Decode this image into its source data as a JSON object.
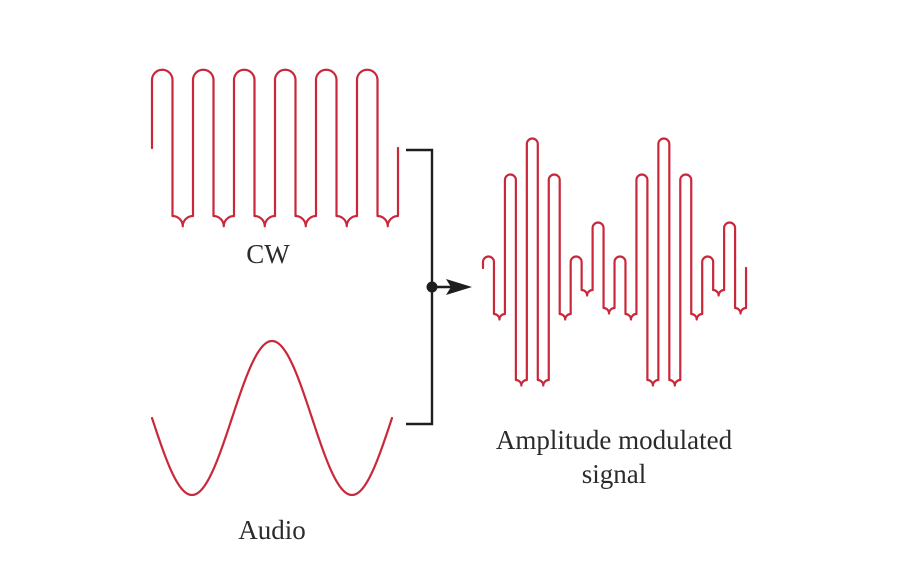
{
  "labels": {
    "cw": "CW",
    "audio": "Audio",
    "am_line1": "Amplitude modulated",
    "am_line2": "signal"
  },
  "colors": {
    "wave": "#c8283a",
    "bracket": "#1e1e1e",
    "text": "#2b2b2b",
    "background": "#ffffff"
  }
}
